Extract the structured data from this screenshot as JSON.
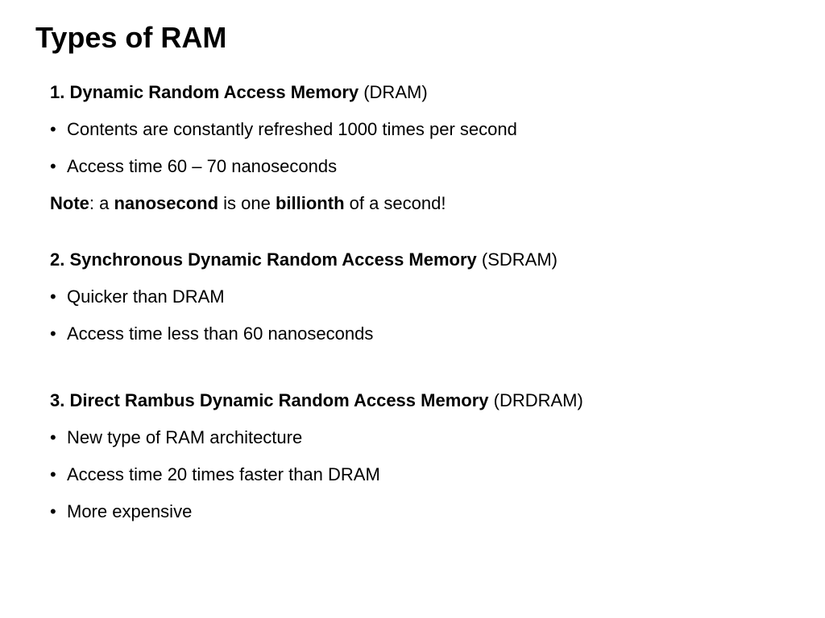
{
  "slide": {
    "title": "Types of RAM",
    "sections": [
      {
        "heading_bold": "1. Dynamic Random Access Memory",
        "heading_normal": " (DRAM)",
        "bullets": [
          "Contents are constantly refreshed 1000 times per second",
          "Access time 60 – 70 nanoseconds"
        ],
        "note": {
          "p1_bold": "Note",
          "p2": ": a ",
          "p3_bold": "nanosecond",
          "p4": " is one ",
          "p5_bold": "billionth",
          "p6": " of a second!"
        }
      },
      {
        "heading_bold": "2. Synchronous Dynamic Random Access Memory",
        "heading_normal": " (SDRAM)",
        "bullets": [
          "Quicker than DRAM",
          "Access time less than 60 nanoseconds"
        ]
      },
      {
        "heading_bold": "3. Direct Rambus Dynamic Random Access Memory",
        "heading_normal": " (DRDRAM)",
        "bullets": [
          "New type of RAM architecture",
          "Access time 20 times faster than DRAM",
          "More expensive"
        ]
      }
    ],
    "bullet_char": "•"
  }
}
